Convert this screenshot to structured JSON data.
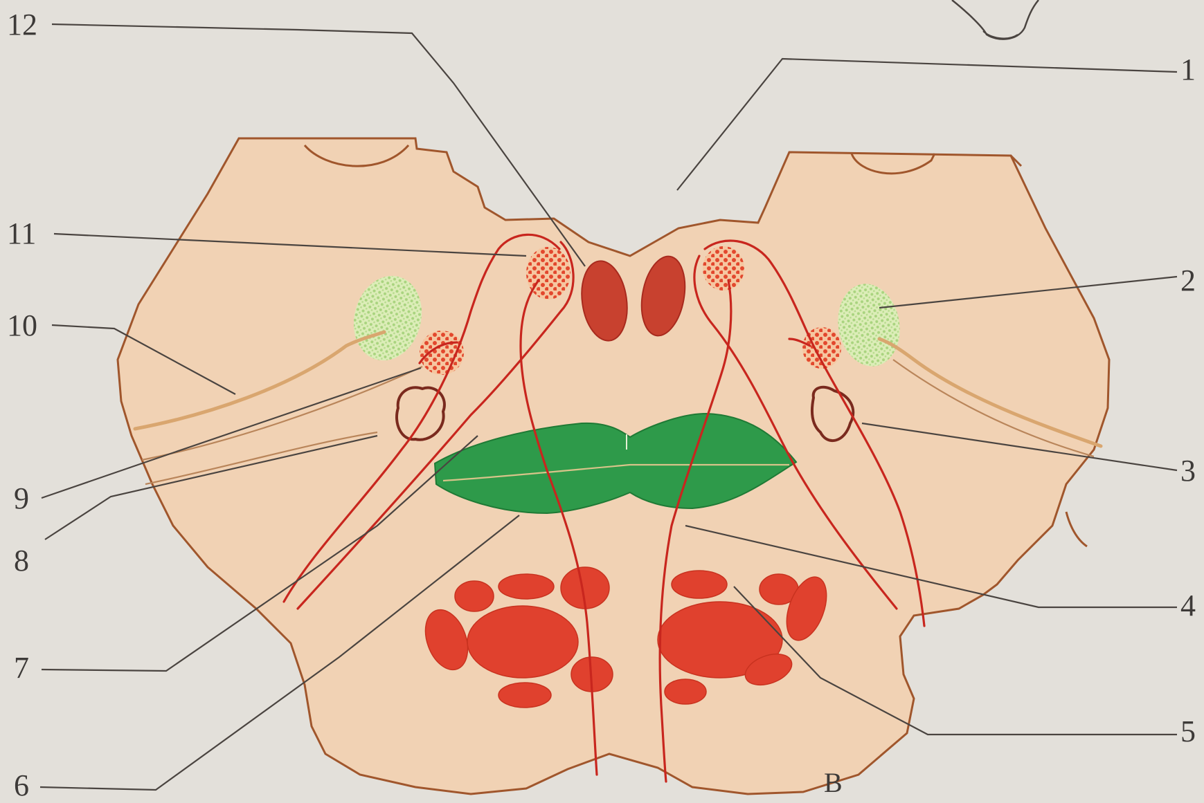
{
  "figure": {
    "panel_letter": "B",
    "labels": [
      "1",
      "2",
      "3",
      "4",
      "5",
      "6",
      "7",
      "8",
      "9",
      "10",
      "11",
      "12"
    ]
  },
  "colors": {
    "background": "#e3e0da",
    "tissue": "#f1d2b4",
    "outline": "#a0562c",
    "fiber_red": "#c8261e",
    "nucleus_red": "#c8412f",
    "nucleus_bright": "#e0412e",
    "medial_lemniscus_green": "#2e9a4a",
    "pale_green_nucleus": "#c9e4a4",
    "label_text": "#3d3a38"
  },
  "icons": [
    "dotted-nucleus-icon"
  ]
}
